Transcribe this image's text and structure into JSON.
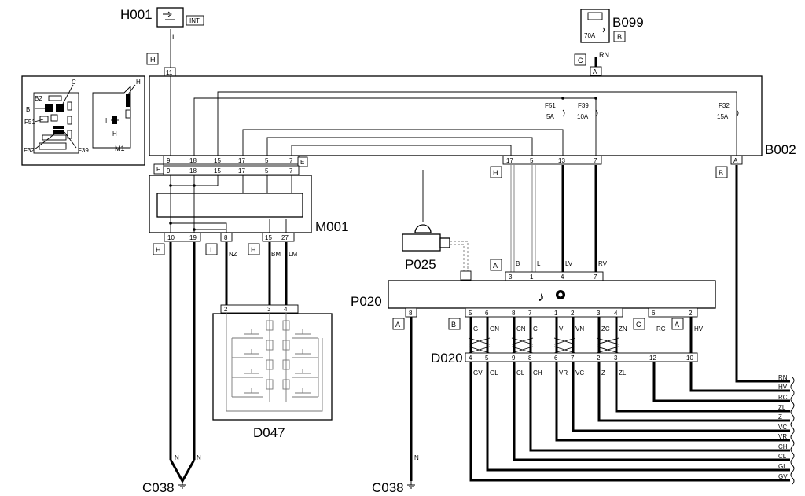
{
  "components": {
    "H001": "H001",
    "B099": "B099",
    "B002": "B002",
    "M001": "M001",
    "P025": "P025",
    "P020": "P020",
    "D020": "D020",
    "D047": "D047",
    "C038_left": "C038",
    "C038_right": "C038"
  },
  "switch_text": "INT",
  "fuse_main": "70A",
  "fuses": [
    {
      "name": "F51",
      "rating": "5A"
    },
    {
      "name": "F39",
      "rating": "10A"
    },
    {
      "name": "F32",
      "rating": "15A"
    }
  ],
  "inset_labels": {
    "c": "C",
    "b2": "B2",
    "b": "B",
    "f51": "F51",
    "f32": "F32",
    "f39": "F39",
    "h_top": "H",
    "i": "I",
    "h_bottom": "H",
    "m1": "M1"
  },
  "connector_letters": {
    "h001": "H",
    "b099": "C",
    "b099_box": "B",
    "b002_f": "F",
    "b002_e": "E",
    "b002_h": "H",
    "b002_b": "B",
    "m001_h1": "H",
    "m001_i": "I",
    "m001_h2": "H",
    "p020_a": "A",
    "p020_a2": "A",
    "p020_b": "B",
    "p020_c": "C",
    "p020_a3": "A"
  },
  "wire_colors": {
    "h001": "L",
    "b099": "RN",
    "m001_8": "NZ",
    "m001_15": "BM",
    "m001_27": "LM",
    "p020_3": "B",
    "p020_1": "L",
    "p020_4": "LV",
    "p020_7": "RV",
    "c038_l1": "N",
    "c038_l2": "N",
    "c038_r": "N"
  },
  "pins": {
    "h001": "11",
    "b099": "A",
    "b002_top": [
      "9",
      "18",
      "15",
      "17",
      "5",
      "7"
    ],
    "b002_right": [
      "17",
      "5",
      "13",
      "7",
      "A"
    ],
    "m001_top": [
      "9",
      "18",
      "15",
      "17",
      "5",
      "7"
    ],
    "m001_bottom": [
      "10",
      "19",
      "8",
      "15",
      "27"
    ],
    "d047": [
      "2",
      "3",
      "4"
    ],
    "p020_top": [
      "3",
      "1",
      "4",
      "7"
    ],
    "p020_8": "8"
  },
  "p020_bottom": [
    {
      "pin": "5",
      "color": "G"
    },
    {
      "pin": "6",
      "color": "GN"
    },
    {
      "pin": "8",
      "color": "CN"
    },
    {
      "pin": "7",
      "color": "C"
    },
    {
      "pin": "1",
      "color": "V"
    },
    {
      "pin": "2",
      "color": "VN"
    },
    {
      "pin": "3",
      "color": "ZC"
    },
    {
      "pin": "4",
      "color": "ZN"
    },
    {
      "pin": "6",
      "color": "RC"
    },
    {
      "pin": "2",
      "color": "HV"
    }
  ],
  "d020_bottom": [
    {
      "pin": "4",
      "color": "GV"
    },
    {
      "pin": "5",
      "color": "GL"
    },
    {
      "pin": "9",
      "color": "CL"
    },
    {
      "pin": "8",
      "color": "CH"
    },
    {
      "pin": "6",
      "color": "VR"
    },
    {
      "pin": "7",
      "color": "VC"
    },
    {
      "pin": "2",
      "color": "Z"
    },
    {
      "pin": "3",
      "color": "ZL"
    },
    {
      "pin": "12",
      "color": ""
    },
    {
      "pin": "10",
      "color": ""
    }
  ],
  "right_labels": [
    "RN",
    "HV",
    "RC",
    "ZL",
    "Z",
    "VC",
    "VR",
    "CH",
    "CL",
    "GL",
    "GV"
  ]
}
